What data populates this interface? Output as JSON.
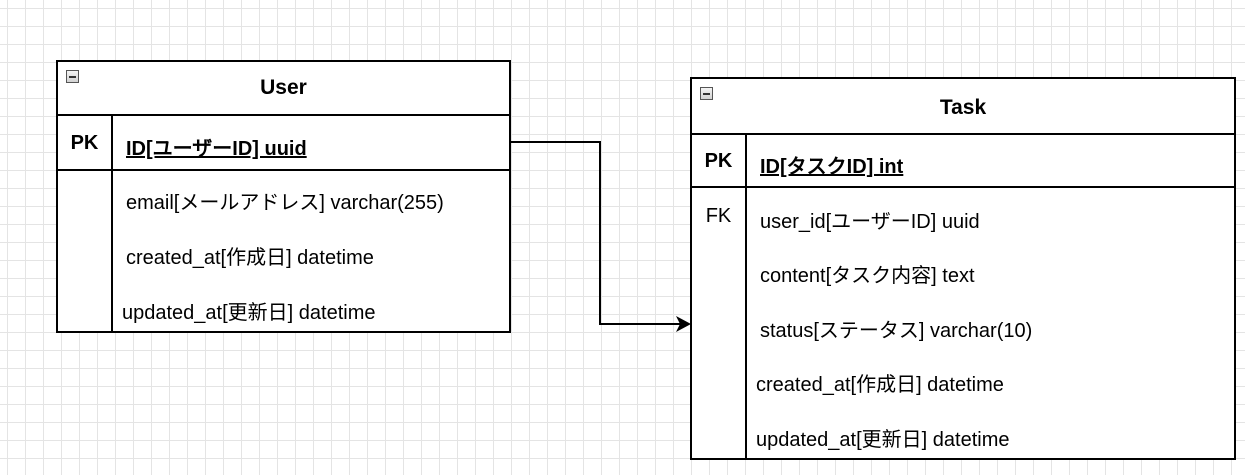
{
  "entities": {
    "user": {
      "name": "User",
      "primary_key": {
        "key": "PK",
        "field": "ID[ユーザーID] uuid"
      },
      "attributes": [
        {
          "key": "",
          "field": "email[メールアドレス] varchar(255)"
        },
        {
          "key": "",
          "field": "created_at[作成日] datetime"
        },
        {
          "key": "",
          "field": "updated_at[更新日] datetime"
        }
      ]
    },
    "task": {
      "name": "Task",
      "primary_key": {
        "key": "PK",
        "field": "ID[タスクID] int"
      },
      "attributes": [
        {
          "key": "FK",
          "field": "user_id[ユーザーID] uuid"
        },
        {
          "key": "",
          "field": "content[タスク内容] text"
        },
        {
          "key": "",
          "field": "status[ステータス] varchar(10)"
        },
        {
          "key": "",
          "field": "created_at[作成日] datetime"
        },
        {
          "key": "",
          "field": "updated_at[更新日] datetime"
        }
      ]
    }
  },
  "relationships": [
    {
      "from": "User.ID",
      "to": "Task.user_id",
      "arrow": "end"
    }
  ],
  "colors": {
    "grid": "#e4e4e4",
    "line": "#000000",
    "background": "#ffffff"
  }
}
